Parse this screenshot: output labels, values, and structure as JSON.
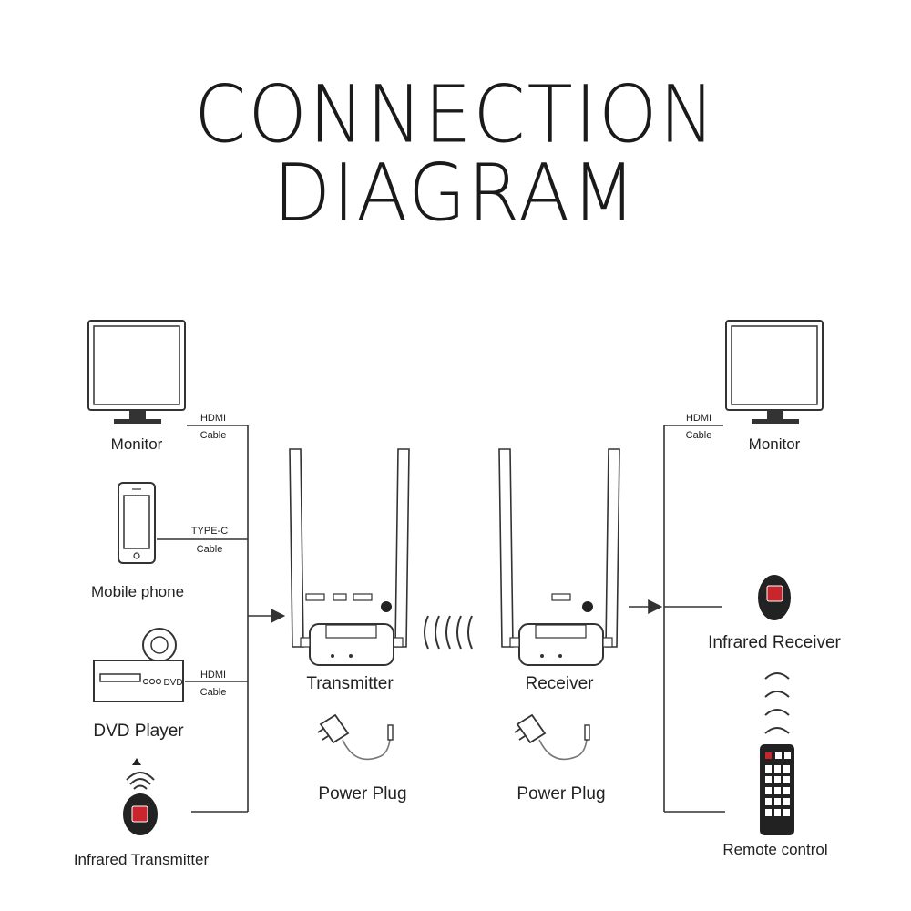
{
  "title": "CONNECTION DIAGRAM",
  "left": {
    "monitor_label": "Monitor",
    "hdmi_cable_1": [
      "HDMI",
      "Cable"
    ],
    "mobile_label": "Mobile phone",
    "typec_cable": [
      "TYPE-C",
      "Cable"
    ],
    "dvd_label": "DVD Player",
    "dvd_text": "DVD",
    "hdmi_cable_2": [
      "HDMI",
      "Cable"
    ],
    "ir_tx_label": "Infrared Transmitter"
  },
  "center": {
    "transmitter_label": "Transmitter",
    "receiver_label": "Receiver",
    "power_plug_1": "Power Plug",
    "power_plug_2": "Power Plug"
  },
  "right": {
    "monitor_label": "Monitor",
    "hdmi_cable": [
      "HDMI",
      "Cable"
    ],
    "ir_rx_label": "Infrared Receiver",
    "remote_label": "Remote control"
  },
  "colors": {
    "accent_red": "#c8262c",
    "device_dark": "#222222"
  }
}
